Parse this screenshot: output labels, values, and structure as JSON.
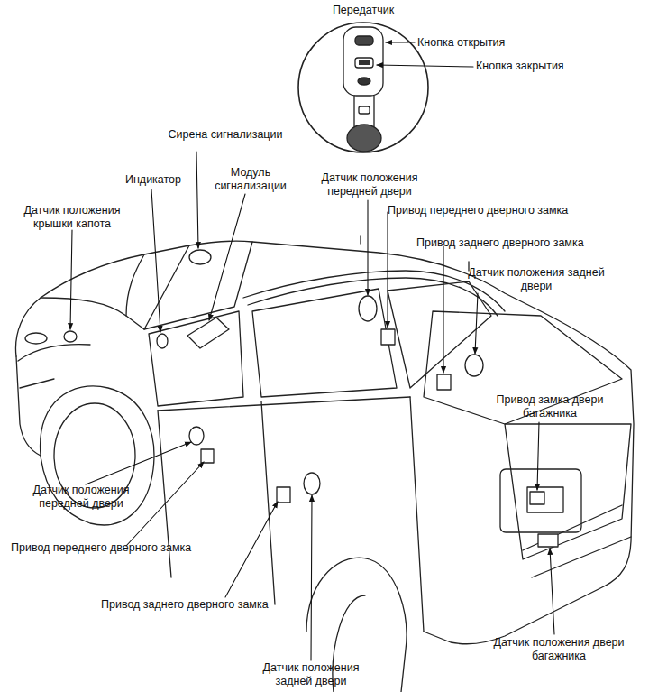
{
  "diagram": {
    "labels": [
      "Передатчик",
      "Кнопка открытия",
      "Кнопка закрытия",
      "Сирена сигнализации",
      "Индикатор",
      "Модуль сигнализации",
      "Датчик положения передней двери",
      "Датчик положения крышки капота",
      "Привод переднего дверного замка",
      "Привод заднего дверного замка",
      "Датчик положения задней двери",
      "Привод замка двери багажника",
      "Датчик положения передней двери",
      "Привод переднего дверного замка",
      "Привод заднего дверного замка",
      "Датчик положения задней двери",
      "Датчик положения двери багажника"
    ]
  }
}
